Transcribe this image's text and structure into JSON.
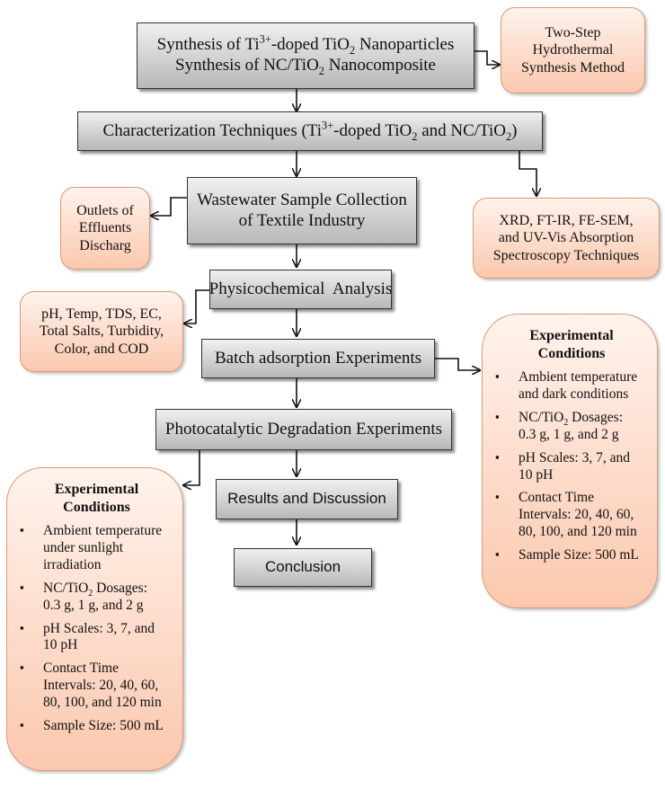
{
  "nodes": {
    "synthesis": {
      "line1_pre": "Synthesis of Ti",
      "line1_sup": "3+",
      "line1_mid": "-doped TiO",
      "line1_sub": "2",
      "line1_post": " Nanoparticles",
      "line2_pre": "Synthesis of NC/TiO",
      "line2_sub": "2",
      "line2_post": " Nanocomposite"
    },
    "two_step": {
      "line1": "Two-Step",
      "line2": "Hydrothermal",
      "line3": "Synthesis Method"
    },
    "characterization": {
      "t1": "Characterization Techniques (Ti",
      "sup1": "3+",
      "t2": "-doped TiO",
      "sub1": "2",
      "t3": " and NC/TiO",
      "sub2": "2",
      "t4": ")"
    },
    "wastewater": {
      "line1": "Wastewater Sample Collection",
      "line2": "of Textile Industry"
    },
    "outlets": {
      "line1": "Outlets of",
      "line2": "Effluents",
      "line3": "Discharg"
    },
    "xrd": {
      "line1": "XRD, FT-IR, FE-SEM,",
      "line2": "and UV-Vis Absorption",
      "line3": "Spectroscopy Techniques"
    },
    "physico": {
      "label": "Physicochemical  Analysis"
    },
    "params": {
      "line1": "pH, Temp, TDS, EC,",
      "line2": "Total Salts, Turbidity,",
      "line3": "Color, and COD"
    },
    "batch": {
      "label": "Batch adsorption Experiments"
    },
    "photo": {
      "label": "Photocatalytic Degradation Experiments"
    },
    "results": {
      "label": "Results and Discussion"
    },
    "conclusion": {
      "label": "Conclusion"
    }
  },
  "conditions_right": {
    "title1": "Experimental",
    "title2": "Conditions",
    "bullet": "▪",
    "items": [
      {
        "lines": [
          "Ambient temperature",
          "and dark conditions"
        ]
      },
      {
        "pre": "NC/TiO",
        "sub": "2",
        "post": " Dosages:",
        "lines": [
          "0.3 g, 1 g, and 2 g"
        ]
      },
      {
        "lines": [
          "pH Scales: 3, 7, and",
          "10 pH"
        ]
      },
      {
        "lines": [
          "Contact Time",
          "Intervals: 20, 40, 60,",
          "80, 100, and 120 min"
        ]
      },
      {
        "lines": [
          "Sample Size: 500 mL"
        ]
      }
    ]
  },
  "conditions_left": {
    "title1": "Experimental",
    "title2": "Conditions",
    "bullet": "▪",
    "items": [
      {
        "lines": [
          "Ambient temperature",
          "under sunlight",
          "irradiation"
        ]
      },
      {
        "pre": "NC/TiO",
        "sub": "2",
        "post": " Dosages:",
        "lines": [
          "0.3 g, 1 g, and 2 g"
        ]
      },
      {
        "lines": [
          "pH Scales: 3, 7, and",
          "10 pH"
        ]
      },
      {
        "lines": [
          "Contact Time",
          "Intervals: 20, 40, 60,",
          "80, 100, and 120 min"
        ]
      },
      {
        "lines": [
          "Sample Size: 500 mL"
        ]
      }
    ]
  }
}
